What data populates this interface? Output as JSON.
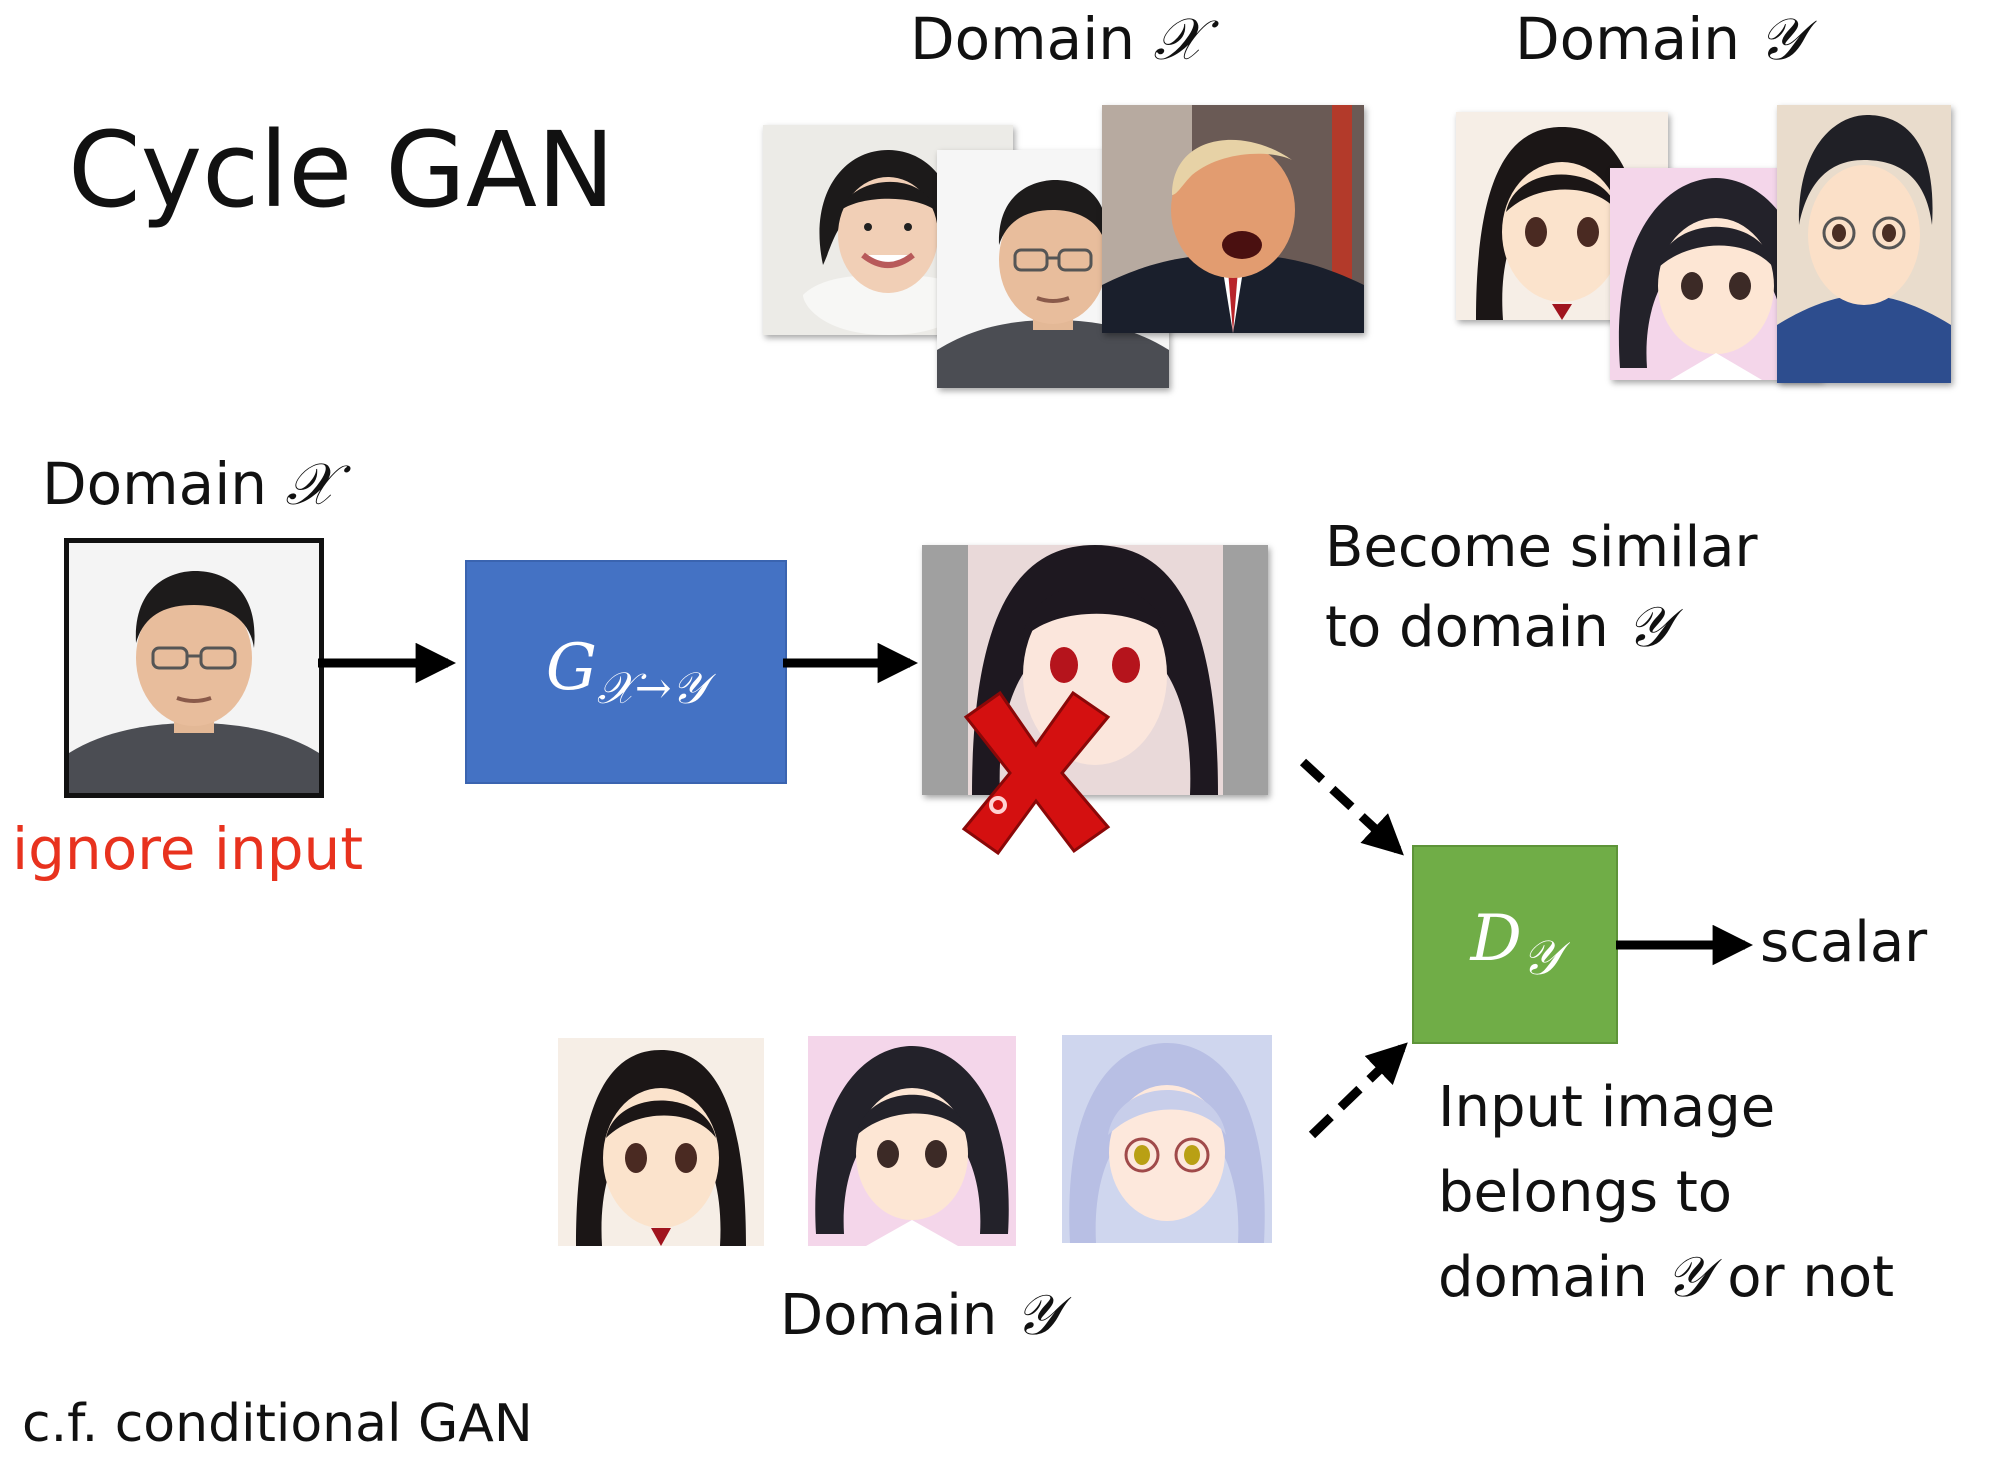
{
  "slide": {
    "title": "Cycle GAN",
    "top_domain_x_label": "Domain",
    "top_domain_x_symbol": "𝒳",
    "top_domain_y_label": "Domain",
    "top_domain_y_symbol": "𝒴",
    "left_domain_x_label": "Domain",
    "left_domain_x_symbol": "𝒳",
    "ignore_input": "ignore input",
    "generator": {
      "base": "G",
      "subscript": "𝒳→𝒴",
      "color": "#4472c4"
    },
    "discriminator": {
      "base": "D",
      "subscript": "𝒴",
      "color": "#70ad47"
    },
    "similar_line1": "Become similar",
    "similar_line2": "to domain",
    "similar_symbol": "𝒴",
    "scalar": "scalar",
    "bottom_domain_y_label": "Domain",
    "bottom_domain_y_symbol": "𝒴",
    "input_line1": "Input image",
    "input_line2": "belongs to",
    "input_line3_pre": "domain",
    "input_line3_symbol": "𝒴",
    "input_line3_post": "or not",
    "footnote": "c.f. conditional GAN",
    "accent_red": "#e8321e",
    "cross_icon_color": "#d41010"
  }
}
